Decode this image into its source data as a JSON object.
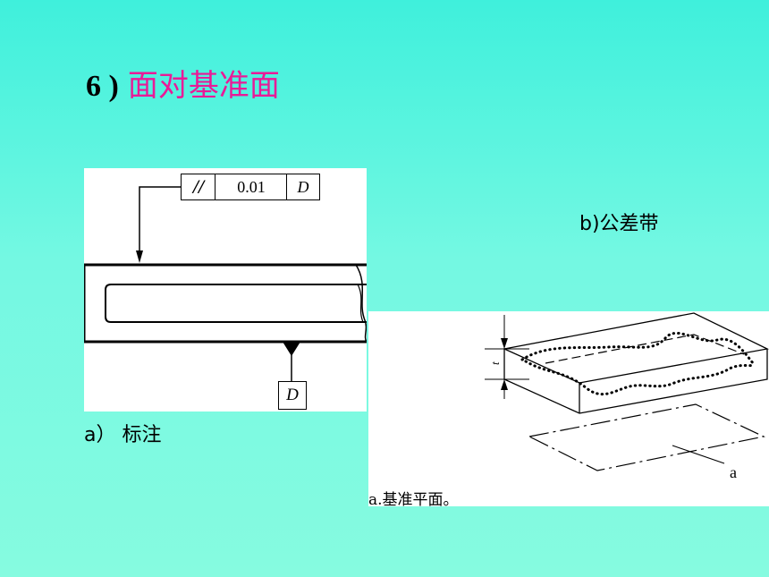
{
  "title": {
    "number": "6 )",
    "text": "面对基准面"
  },
  "figure_a": {
    "caption": "a） 标注",
    "frame": {
      "symbol": "//",
      "tolerance": "0.01",
      "datum": "D"
    },
    "datum_label": "D"
  },
  "figure_b": {
    "caption": "b)公差带",
    "t_label": "t",
    "a_label": "a",
    "note": "a.基准平面。"
  }
}
